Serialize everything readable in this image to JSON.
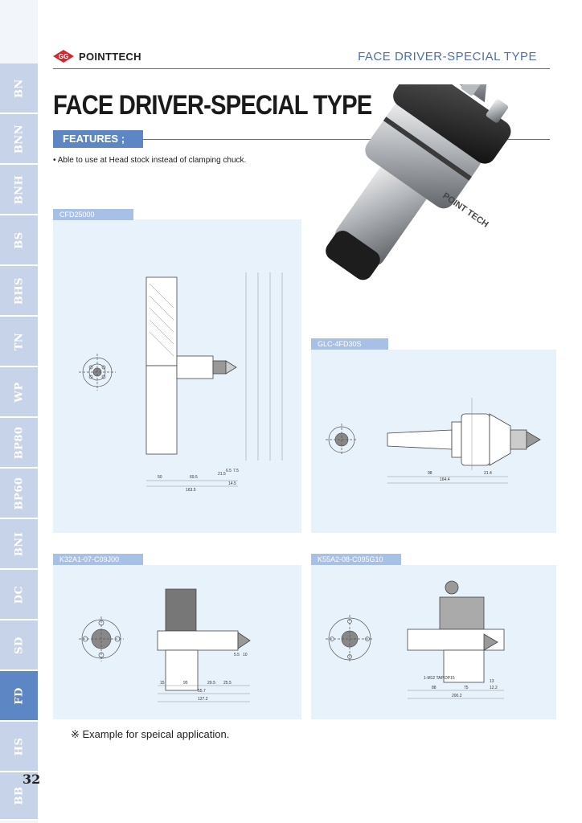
{
  "sidebar": {
    "tabs": [
      {
        "label": "BN"
      },
      {
        "label": "BNN"
      },
      {
        "label": "BNH"
      },
      {
        "label": "BS"
      },
      {
        "label": "BHS"
      },
      {
        "label": "TN"
      },
      {
        "label": "WP"
      },
      {
        "label": "BP80"
      },
      {
        "label": "BP60"
      },
      {
        "label": "BNI"
      },
      {
        "label": "DC"
      },
      {
        "label": "SD"
      },
      {
        "label": "FD",
        "active": true
      },
      {
        "label": "HS"
      },
      {
        "label": "BB"
      }
    ],
    "active_color": "#5c86c4",
    "inactive_color": "#c6d3e8"
  },
  "header": {
    "logo_mark": "GG",
    "logo_text": "POINTTECH",
    "section_title": "FACE DRIVER-SPECIAL TYPE"
  },
  "main_title": "FACE DRIVER-SPECIAL TYPE",
  "features": {
    "badge": "FEATURES ;",
    "items": [
      "Able to use at Head stock instead of clamping chuck."
    ]
  },
  "photo": {
    "brand_text": "POINT TECH"
  },
  "drawings": [
    {
      "label": "CFD25000",
      "dims": [
        "50",
        "69.5",
        "21.5",
        "163.5",
        "14.5",
        "6.5",
        "7.5"
      ]
    },
    {
      "label": "GLC-4FD30S",
      "dims": [
        "98",
        "164.4",
        "21.4"
      ]
    },
    {
      "label": "K32A1-07-C09J00",
      "dims": [
        "15",
        "95",
        "29.5",
        "25.5",
        "55.7",
        "127.2",
        "5.5",
        "10"
      ]
    },
    {
      "label": "K55A2-08-C095G10",
      "dims": [
        "1-M12 TAP DP15",
        "88",
        "75",
        "12.2",
        "13",
        "200.2"
      ]
    }
  ],
  "footnote": "※ Example for speical application.",
  "page_number": "32"
}
